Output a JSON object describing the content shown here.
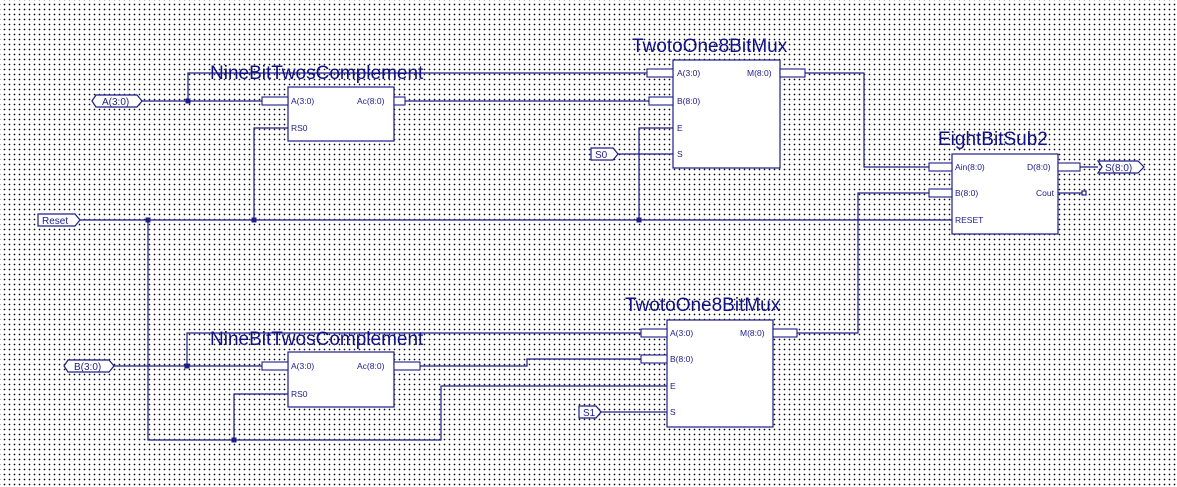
{
  "blocks": {
    "mux_top": {
      "title": "TwotoOne8BitMux",
      "pin_a": "A(3:0)",
      "pin_b": "B(8:0)",
      "pin_e": "E",
      "pin_s": "S",
      "pin_m": "M(8:0)"
    },
    "comp_top": {
      "title": "NineBitTwosComplement",
      "pin_a": "A(3:0)",
      "pin_rs": "RS0",
      "pin_ac": "Ac(8:0)"
    },
    "sub": {
      "title": "EightBitSub2",
      "pin_ain": "Ain(8:0)",
      "pin_b": "B(8:0)",
      "pin_reset": "RESET",
      "pin_d": "D(8:0)",
      "pin_cout": "Cout"
    },
    "mux_bot": {
      "title": "TwotoOne8BitMux",
      "pin_a": "A(3:0)",
      "pin_b": "B(8:0)",
      "pin_e": "E",
      "pin_s": "S",
      "pin_m": "M(8:0)"
    },
    "comp_bot": {
      "title": "NineBitTwosComplement",
      "pin_a": "A(3:0)",
      "pin_rs": "RS0",
      "pin_ac": "Ac(8:0)"
    }
  },
  "ports": {
    "a_in": "A(3:0)",
    "s0": "S0",
    "reset": "Reset",
    "b_in": "B(3:0)",
    "s1": "S1",
    "s_out": "S(8:0)"
  },
  "colors": {
    "wire": "#1c1c8c",
    "title": "#10108a",
    "grid_dot": "#000000"
  }
}
